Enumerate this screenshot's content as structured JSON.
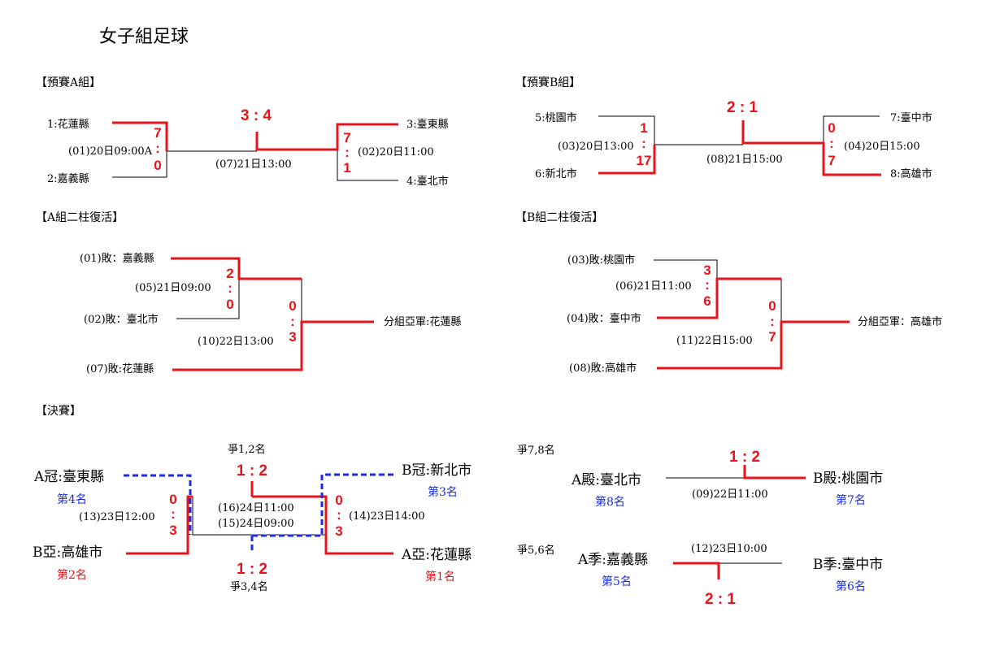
{
  "title": "女子組足球",
  "sections": {
    "groupA": "【預賽A組】",
    "groupB": "【預賽B組】",
    "repA": "【A組二柱復活】",
    "repB": "【B組二柱復活】",
    "finals": "【決賽】"
  },
  "groupA": {
    "t1": "1:花蓮縣",
    "t2": "2:嘉義縣",
    "t3": "3:臺東縣",
    "t4": "4:臺北市",
    "m01": "(01)20日09:00A",
    "m02": "(02)20日11:00",
    "m07": "(07)21日13:00",
    "m01_top": "7",
    "m01_bot": "0",
    "m02_top": "7",
    "m02_bot": "1",
    "m07_score": "3 : 4"
  },
  "groupB": {
    "t5": "5:桃園市",
    "t6": "6:新北市",
    "t7": "7:臺中市",
    "t8": "8:高雄市",
    "m03": "(03)20日13:00",
    "m04": "(04)20日15:00",
    "m08": "(08)21日15:00",
    "m03_top": "1",
    "m03_bot": "17",
    "m04_top": "0",
    "m04_bot": "7",
    "m08_score": "2 : 1"
  },
  "repA": {
    "l1": "(01)敗：嘉義縣",
    "l2": "(02)敗：臺北市",
    "l3": "(07)敗:花蓮縣",
    "m05": "(05)21日09:00",
    "m10": "(10)22日13:00",
    "m05_top": "2",
    "m05_bot": "0",
    "m10_top": "0",
    "m10_bot": "3",
    "result": "分組亞軍:花蓮縣"
  },
  "repB": {
    "l1": "(03)敗:桃園市",
    "l2": "(04)敗：臺中市",
    "l3": "(08)敗:高雄市",
    "m06": "(06)21日11:00",
    "m11": "(11)22日15:00",
    "m06_top": "3",
    "m06_bot": "6",
    "m11_top": "0",
    "m11_bot": "7",
    "result": "分組亞軍：高雄市"
  },
  "finals": {
    "a1": "A冠:臺東縣",
    "a1_rank": "第4名",
    "b2": "B亞:高雄市",
    "b2_rank": "第2名",
    "b1": "B冠:新北市",
    "b1_rank": "第3名",
    "a2": "A亞:花蓮縣",
    "a2_rank": "第1名",
    "m13": "(13)23日12:00",
    "m14": "(14)23日14:00",
    "m16": "(16)24日11:00",
    "m15": "(15)24日09:00",
    "m13_top": "0",
    "m13_bot": "3",
    "m14_top": "0",
    "m14_bot": "3",
    "final12_label": "爭1,2名",
    "final12_score": "1 : 2",
    "final34_label": "爭3,4名",
    "final34_score": "1 : 2"
  },
  "placing78": {
    "label": "爭7,8名",
    "left": "A殿:臺北市",
    "left_rank": "第8名",
    "right": "B殿:桃園市",
    "right_rank": "第7名",
    "match": "(09)22日11:00",
    "score": "1 : 2"
  },
  "placing56": {
    "label": "爭5,6名",
    "left": "A季:嘉義縣",
    "left_rank": "第5名",
    "right": "B季:臺中市",
    "right_rank": "第6名",
    "match": "(12)23日10:00",
    "score": "2 : 1"
  },
  "colors": {
    "win_line": "#e8141b",
    "dashed_line": "#1b2fe0",
    "rank_blue": "#1b2fe0",
    "rank_red": "#e8141b"
  }
}
